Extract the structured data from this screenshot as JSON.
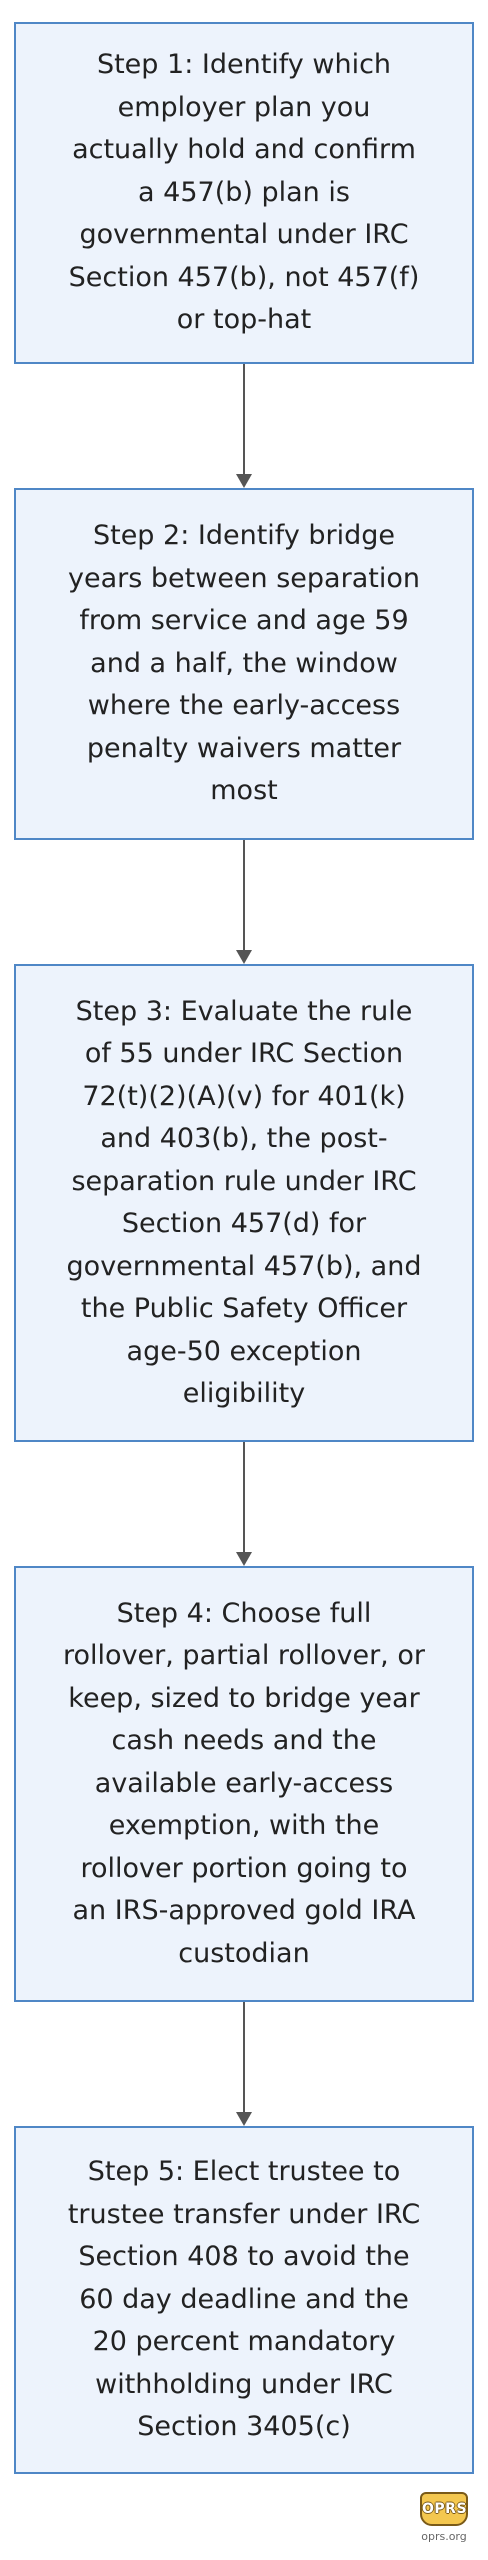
{
  "steps": [
    {
      "text": "Step 1: Identify which employer plan you actually hold and confirm a 457(b) plan is governmental under IRC Section 457(b), not 457(f) or top-hat"
    },
    {
      "text": "Step 2: Identify bridge years between separation from service and age 59 and a half, the window where the early-access penalty waivers matter most"
    },
    {
      "text": "Step 3: Evaluate the rule of 55 under IRC Section 72(t)(2)(A)(v) for 401(k) and 403(b), the post-separation rule under IRC Section 457(d) for governmental 457(b), and the Public Safety Officer age-50 exception eligibility"
    },
    {
      "text": "Step 4: Choose full rollover, partial rollover, or keep, sized to bridge year cash needs and the available early-access exemption, with the rollover portion going to an IRS-approved gold IRA custodian"
    },
    {
      "text": "Step 5: Elect trustee to trustee transfer under IRC Section 408 to avoid the 60 day deadline and the 20 percent mandatory withholding under IRC Section 3405(c)"
    }
  ],
  "logo": {
    "badge": "OPRS",
    "site": "oprs.org"
  },
  "colors": {
    "box_fill": "#edf3fc",
    "box_border": "#4f87c6",
    "connector": "#555555",
    "text": "#222222"
  }
}
